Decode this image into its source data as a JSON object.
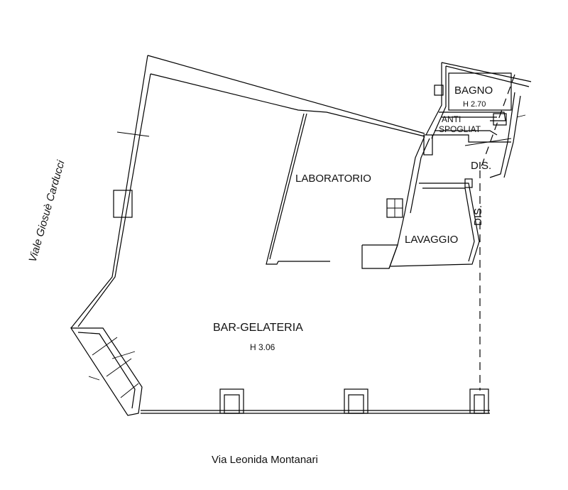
{
  "rooms": {
    "bar": {
      "name": "BAR-GELATERIA",
      "height": "H 3.06"
    },
    "laboratorio": {
      "name": "LABORATORIO"
    },
    "lavaggio": {
      "name": "LAVAGGIO"
    },
    "bagno": {
      "name": "BAGNO",
      "height": "H 2.70"
    },
    "antispogliatoio": {
      "line1": "ANTI",
      "line2": "SPOGLIAT"
    },
    "disimpegno_1": {
      "name": "DIS."
    },
    "disimpegno_2": {
      "name": "DIS."
    }
  },
  "streets": {
    "left": "Viale Giosuè Carducci",
    "bottom": "Via Leonida Montanari"
  }
}
